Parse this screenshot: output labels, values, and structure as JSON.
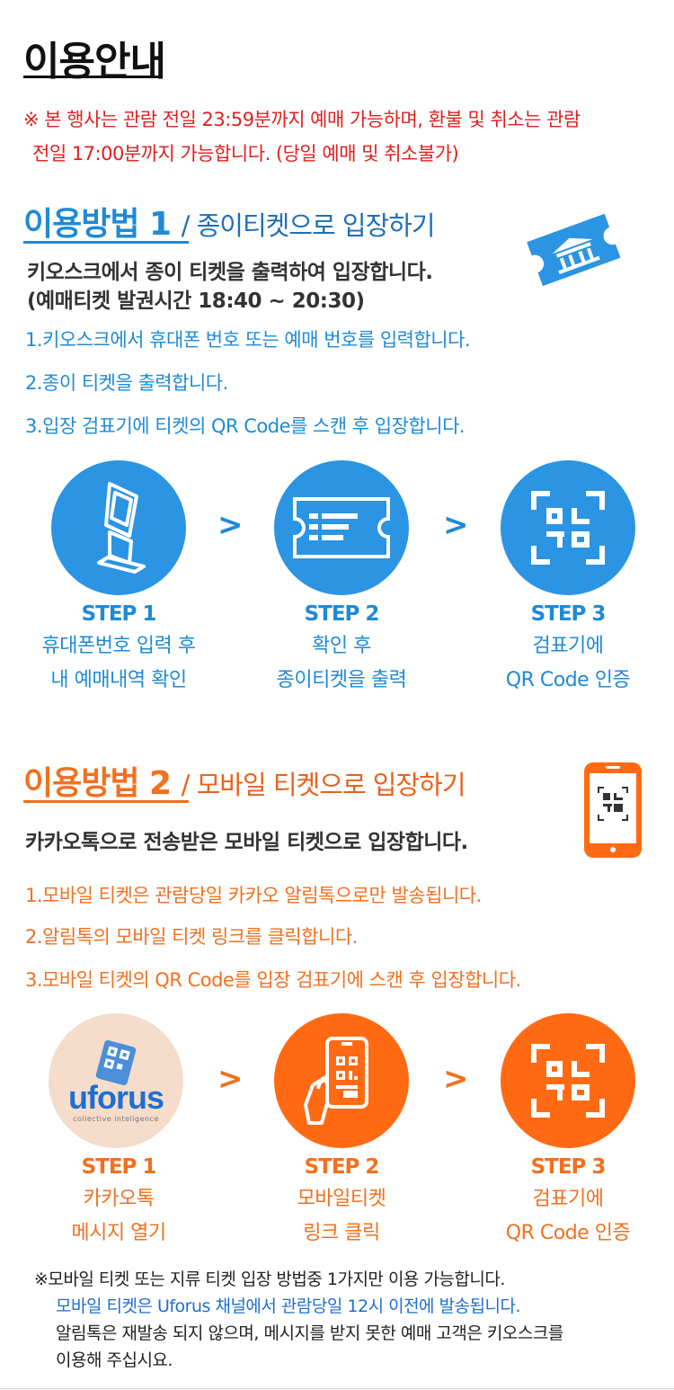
{
  "title": "이용안내",
  "notice": {
    "line1": "※ 본 행사는 관람 전일 23:59분까지 예매 가능하며, 환불 및 취소는 관람",
    "line2": "전일 17:00분까지 가능합니다. (당일 예매 및 취소불가)"
  },
  "method1": {
    "heading": "이용방법 1",
    "subheading": "/ 종이티켓으로 입장하기",
    "lead1": "키오스크에서  종이 티켓을 출력하여 입장합니다.",
    "lead2": "(예매티켓 발권시간 18:40 ~ 20:30)",
    "steps_text": [
      "1.키오스크에서  휴대폰 번호 또는 예매 번호를 입력합니다.",
      "2.종이 티켓을 출력합니다.",
      "3.입장 검표기에  티켓의 QR Code를 스캔 후  입장합니다."
    ],
    "icon": "paper-ticket-palace-icon",
    "steps": [
      {
        "label": "STEP 1",
        "line1": "휴대폰번호 입력 후",
        "line2": "내 예매내역 확인",
        "icon": "kiosk-icon"
      },
      {
        "label": "STEP 2",
        "line1": "확인 후",
        "line2": "종이티켓을 출력",
        "icon": "ticket-icon"
      },
      {
        "label": "STEP 3",
        "line1": "검표기에",
        "line2": "QR Code 인증",
        "icon": "qr-scan-icon"
      }
    ],
    "arrow": ">",
    "color": "#2b94e3"
  },
  "method2": {
    "heading": "이용방법 2",
    "subheading": "/ 모바일 티켓으로 입장하기",
    "lead1": "카카오톡으로 전송받은 모바일 티켓으로  입장합니다.",
    "steps_text": [
      "1.모바일 티켓은 관람당일 카카오 알림톡으로만 발송됩니다.",
      "2.알림톡의 모바일 티켓 링크를 클릭합니다.",
      "3.모바일 티켓의 QR Code를  입장 검표기에 스캔 후 입장합니다."
    ],
    "icon": "mobile-qr-icon",
    "logo_text": "uforus",
    "logo_tagline": "collective inteligence",
    "steps": [
      {
        "label": "STEP 1",
        "line1": "카카오톡",
        "line2": "메시지 열기",
        "icon": "uforus-logo"
      },
      {
        "label": "STEP 2",
        "line1": "모바일티켓",
        "line2": "링크 클릭",
        "icon": "hand-phone-qr-icon"
      },
      {
        "label": "STEP 3",
        "line1": "검표기에",
        "line2": "QR Code 인증",
        "icon": "qr-scan-icon"
      }
    ],
    "arrow": ">",
    "color": "#ff6a12"
  },
  "footer": {
    "line1": "※모바일 티켓  또는 지류 티켓  입장  방법중 1가지만 이용  가능합니다.",
    "line2": "모바일 티켓은  Uforus 채널에서 관람당일 12시 이전에 발송됩니다.",
    "line3": "알림톡은 재발송 되지 않으며,  메시지를 받지 못한  예매 고객은  키오스크를",
    "line4": "이용해 주십시요."
  }
}
